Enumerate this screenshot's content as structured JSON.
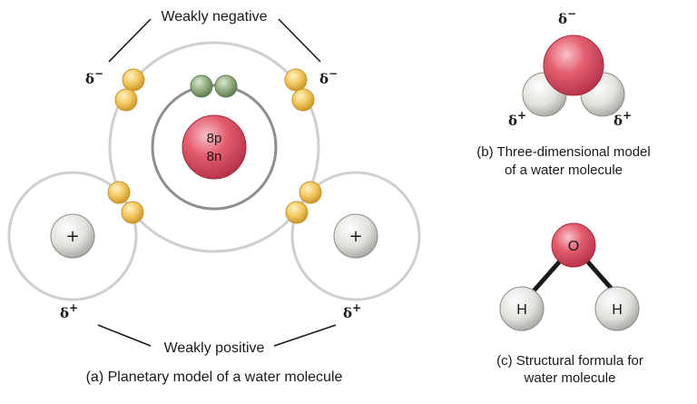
{
  "planetary": {
    "top_label": "Weakly negative",
    "bottom_label": "Weakly positive",
    "caption": "(a) Planetary model of a water molecule",
    "nucleus_protons": "8p",
    "nucleus_neutrons": "8n",
    "hydrogen_symbol": "+",
    "delta_symbol": "δ",
    "minus": "−",
    "plus": "+"
  },
  "three_d": {
    "caption_line1": "(b) Three-dimensional model",
    "caption_line2": "of a water molecule"
  },
  "structural": {
    "oxygen": "O",
    "hydrogen_left": "H",
    "hydrogen_right": "H",
    "caption_line1": "(c) Structural formula for",
    "caption_line2": "water molecule"
  },
  "colors": {
    "oxygen_red": "#d8455b",
    "hydrogen_gray": "#e4e3df",
    "valence_yellow": "#f2c55c",
    "inner_green": "#8aa57a",
    "orbit_gray": "#c9c9c9",
    "inner_orbit": "#8e8e8e"
  }
}
